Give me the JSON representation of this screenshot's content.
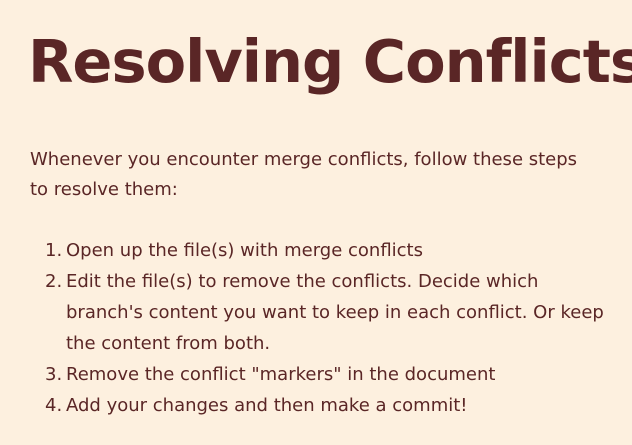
{
  "slide": {
    "title": "Resolving Conflicts",
    "intro": "Whenever you encounter merge conflicts, follow these steps to resolve them:",
    "steps": [
      {
        "number": "1.",
        "text": "Open up the file(s) with merge conflicts"
      },
      {
        "number": "2.",
        "text": "Edit the file(s) to remove the conflicts. Decide which branch's content you want to keep in each conflict.  Or keep the content from both."
      },
      {
        "number": "3.",
        "text": "Remove the conflict \"markers\" in the document"
      },
      {
        "number": "4.",
        "text": "Add your changes and then make a commit!"
      }
    ]
  }
}
